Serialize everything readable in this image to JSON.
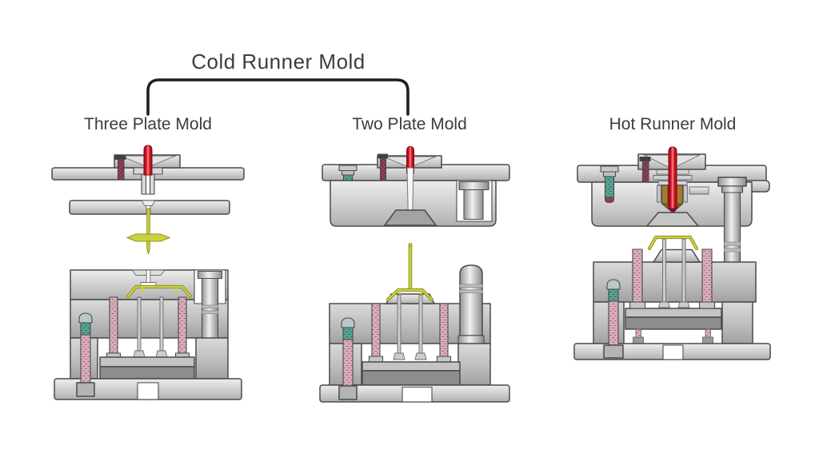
{
  "title": "Cold Runner Mold",
  "molds": [
    {
      "id": "three-plate",
      "label": "Three Plate Mold"
    },
    {
      "id": "two-plate",
      "label": "Two Plate Mold"
    },
    {
      "id": "hot-runner",
      "label": "Hot Runner Mold"
    }
  ],
  "colors": {
    "text": "#3c3c3c",
    "bracket": "#1f1f1f",
    "outline": "#4a4a4a",
    "sprue_red": "#d51228",
    "runner_yellow": "#ccd23f",
    "runner_yellow_dark": "#8d9220",
    "pin_pink": "#d9aeb8",
    "pin_pink_dark": "#9c6575",
    "bolt_teal": "#58a094",
    "bolt_teal_dark": "#2a6a5e",
    "pin_maroon": "#8c4253",
    "pin_maroon_dark": "#55202e",
    "nozzle_amber": "#a97b28",
    "cap_dark": "#3f3f3f",
    "ejector_gray": "#8d8d8d",
    "plate_gray": "#c9c9c9"
  }
}
